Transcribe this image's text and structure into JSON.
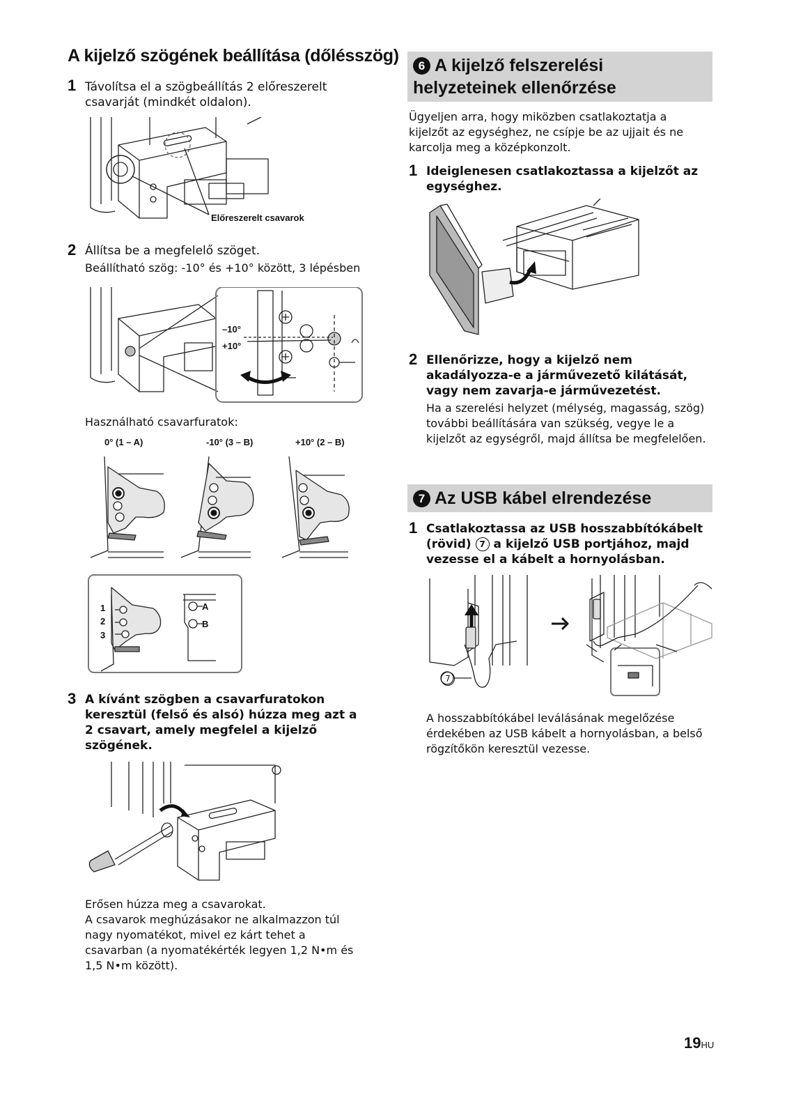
{
  "left": {
    "title": "A kijelző szögének beállítása (dőlésszög)",
    "steps": [
      {
        "num": "1",
        "text": "Távolítsa el a szögbeállítás 2 előreszerelt csavarját (mindkét oldalon)."
      },
      {
        "num": "2",
        "text": "Állítsa be a megfelelő szöget.",
        "sub": "Beállítható szög: -10° és +10° között, 3 lépésben"
      },
      {
        "num": "3",
        "text": "A kívánt szögben a csavarfuratokon keresztül (felső és alsó) húzza meg azt a 2 csavart, amely megfelel a kijelző szögének."
      }
    ],
    "fig1_label": "Előreszerelt csavarok",
    "fig2_labels": {
      "minus": "–10°",
      "plus": "+10°"
    },
    "holes_title": "Használható csavarfuratok:",
    "holes": [
      "0° (1 – A)",
      "-10° (3 – B)",
      "+10° (2 – B)"
    ],
    "legend": {
      "n1": "1",
      "n2": "2",
      "n3": "3",
      "a": "A",
      "b": "B"
    },
    "step3_note": [
      "Erősen húzza meg a csavarokat.",
      "A csavarok meghúzásakor ne alkalmazzon túl nagy nyomatékot, mivel ez kárt tehet a csavarban (a nyomatékérték legyen 1,2 N•m és 1,5 N•m között)."
    ]
  },
  "right": {
    "sec6": {
      "num": "6",
      "title": "A kijelző felszerelési helyzeteinek ellenőrzése"
    },
    "sec6_intro": "Ügyeljen arra, hogy miközben csatlakoztatja a kijelzőt az egységhez, ne csípje be az ujjait és ne karcolja meg a középkonzolt.",
    "sec6_steps": [
      {
        "num": "1",
        "text": "Ideiglenesen csatlakoztassa a kijelzőt az egységhez."
      },
      {
        "num": "2",
        "text": "Ellenőrizze, hogy a kijelző nem akadályozza-e a járművezető kilátását, vagy nem zavarja-e járművezetést.",
        "sub": "Ha a szerelési helyzet (mélység, magasság, szög) további beállítására van szükség, vegye le a kijelzőt az egységről, majd állítsa be megfelelően."
      }
    ],
    "sec7": {
      "num": "7",
      "title": "Az USB kábel elrendezése"
    },
    "sec7_step": {
      "num": "1",
      "text_a": "Csatlakoztassa az USB hosszabbítókábelt (rövid)",
      "ref": "7",
      "text_b": "a kijelző USB portjához, majd vezesse el a kábelt a hornyolásban."
    },
    "sec7_fig_ref": "7",
    "sec7_note": "A hosszabbítókábel leválásának megelőzése érdekében az USB kábelt a hornyolásban, a belső rögzítőkön keresztül vezesse."
  },
  "footer": {
    "page": "19",
    "lang": "HU"
  }
}
